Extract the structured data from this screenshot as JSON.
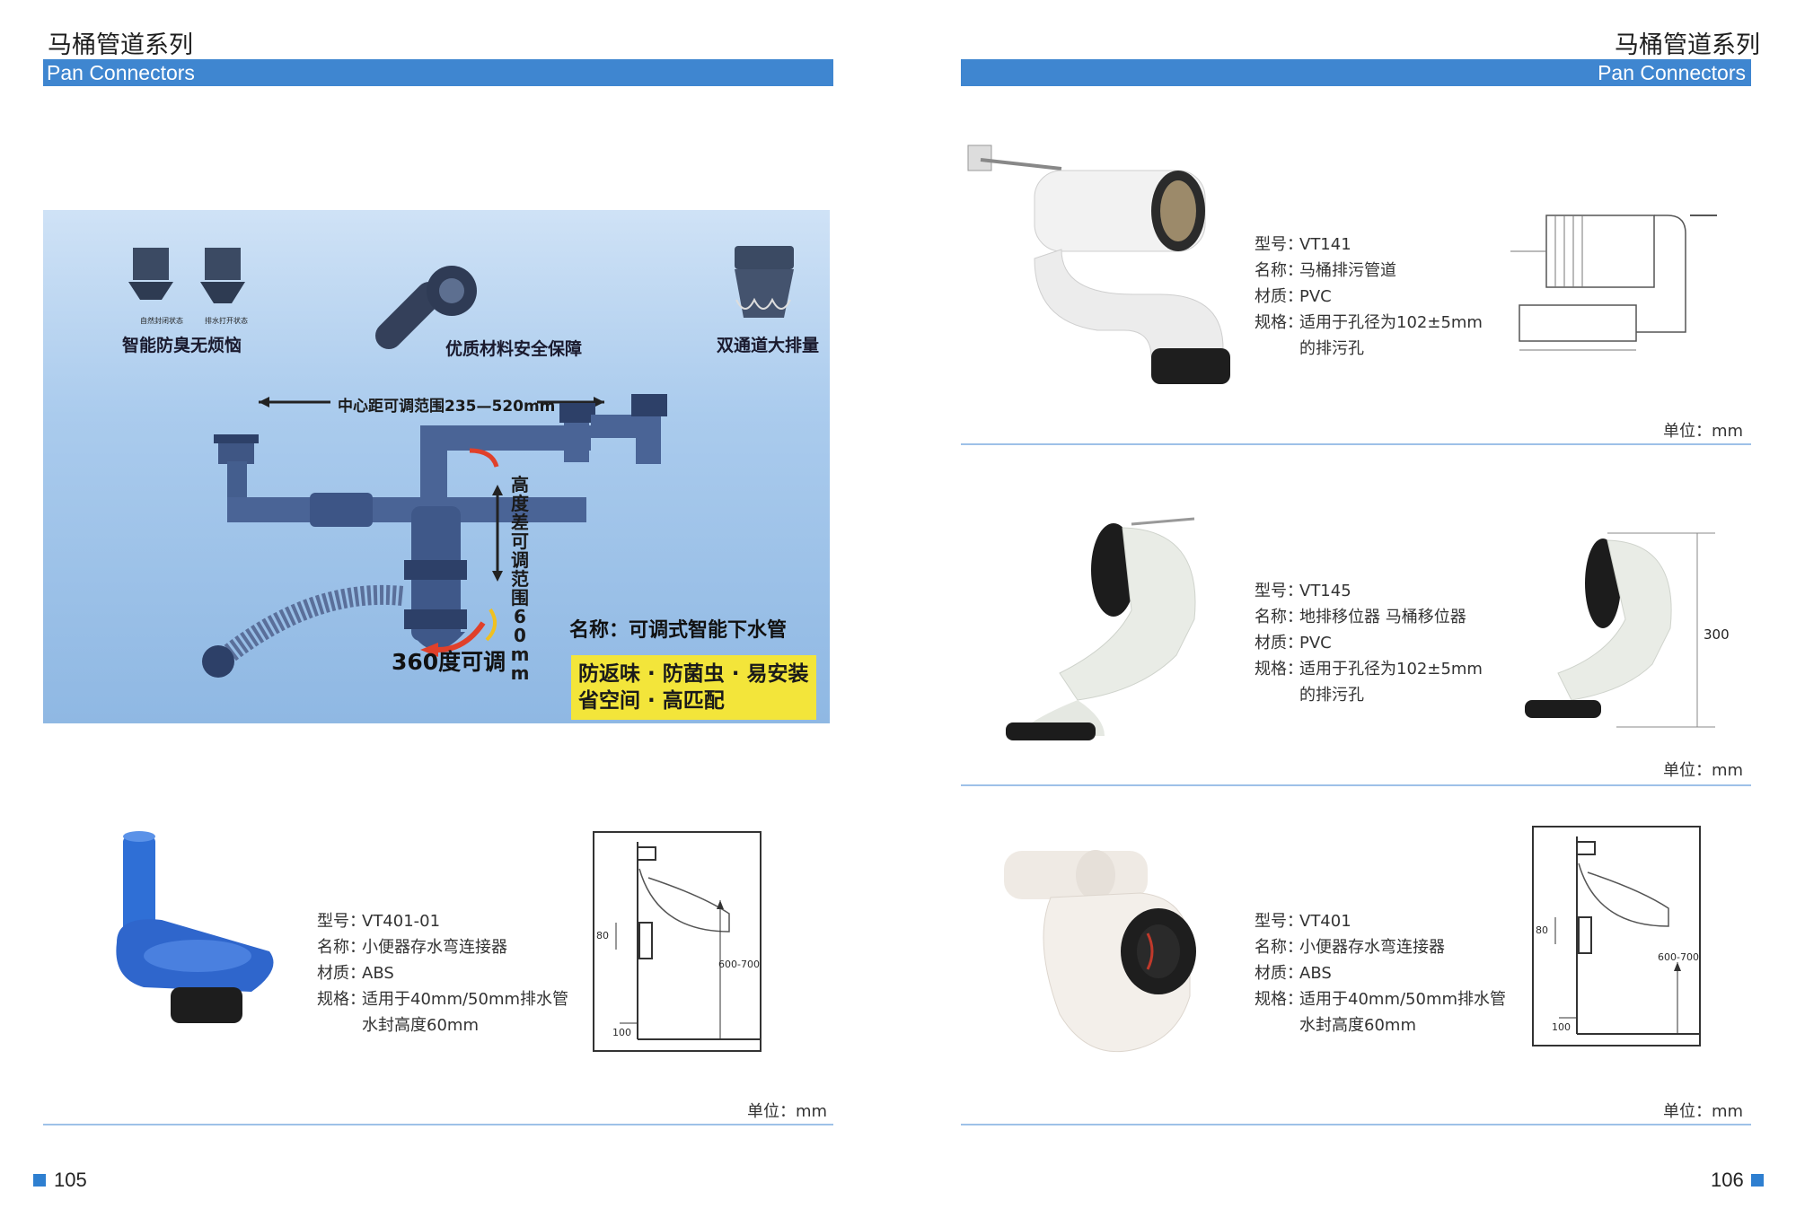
{
  "left_page": {
    "title": "马桶管道系列",
    "band": "Pan Connectors",
    "banner": {
      "feature_1": "智能防臭无烦恼",
      "feature_1_caption_a": "自然封闭状态",
      "feature_1_caption_b": "排水打开状态",
      "feature_2": "优质材料安全保障",
      "feature_3": "双通道大排量",
      "center_distance": "中心距可调范围235—520mm",
      "height_diff": "高度差可调范围60mm",
      "product_name": "名称：可调式智能下水管",
      "rotation": "360度可调",
      "benefits_line1": "防返味 · 防菌虫 · 易安装",
      "benefits_line2": "省空间 · 高匹配"
    },
    "product": {
      "model_label": "型号：",
      "model": "VT401-01",
      "name_label": "名称：",
      "name": "小便器存水弯连接器",
      "material_label": "材质：",
      "material": "ABS",
      "spec_label": "规格：",
      "spec": "适用于40mm/50mm排水管",
      "spec_cont": "水封高度60mm",
      "drawing": {
        "dim_80": "80",
        "dim_height": "600-700",
        "dim_100": "100"
      }
    },
    "unit": "单位：mm",
    "page_number": "105"
  },
  "right_page": {
    "title": "马桶管道系列",
    "band": "Pan Connectors",
    "products": [
      {
        "model_label": "型号：",
        "model": "VT141",
        "name_label": "名称：",
        "name": "马桶排污管道",
        "material_label": "材质：",
        "material": "PVC",
        "spec_label": "规格：",
        "spec": "适用于孔径为102±5mm",
        "spec_cont": "的排污孔",
        "unit": "单位：mm"
      },
      {
        "model_label": "型号：",
        "model": "VT145",
        "name_label": "名称：",
        "name": "地排移位器  马桶移位器",
        "material_label": "材质：",
        "material": "PVC",
        "spec_label": "规格：",
        "spec": "适用于孔径为102±5mm",
        "spec_cont": "的排污孔",
        "dim": "300",
        "unit": "单位：mm"
      },
      {
        "model_label": "型号：",
        "model": "VT401",
        "name_label": "名称：",
        "name": "小便器存水弯连接器",
        "material_label": "材质：",
        "material": "ABS",
        "spec_label": "规格：",
        "spec": "适用于40mm/50mm排水管",
        "spec_cont": "水封高度60mm",
        "drawing": {
          "dim_80": "80",
          "dim_height": "600-700",
          "dim_100": "100"
        },
        "unit": "单位：mm"
      }
    ],
    "page_number": "106"
  },
  "colors": {
    "band": "#3f86d0",
    "rule": "#9ec1e8",
    "accent_square": "#2e7fd0",
    "highlight": "#f3e53a"
  }
}
